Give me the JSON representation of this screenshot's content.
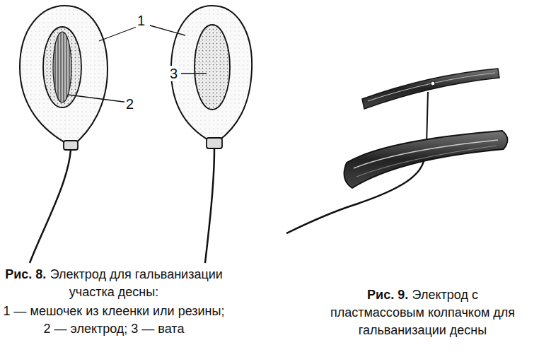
{
  "diagram": {
    "labels": [
      "1",
      "2",
      "3",
      "Рис. 8.",
      "Электрод для гальванизации участка десны:",
      "1 — мешочек из клеенки или резины;",
      "2 — электрод; 3 — вата",
      "Рис. 9.",
      "Электрод с пластмассовым колпачком для гальванизации десны"
    ]
  }
}
